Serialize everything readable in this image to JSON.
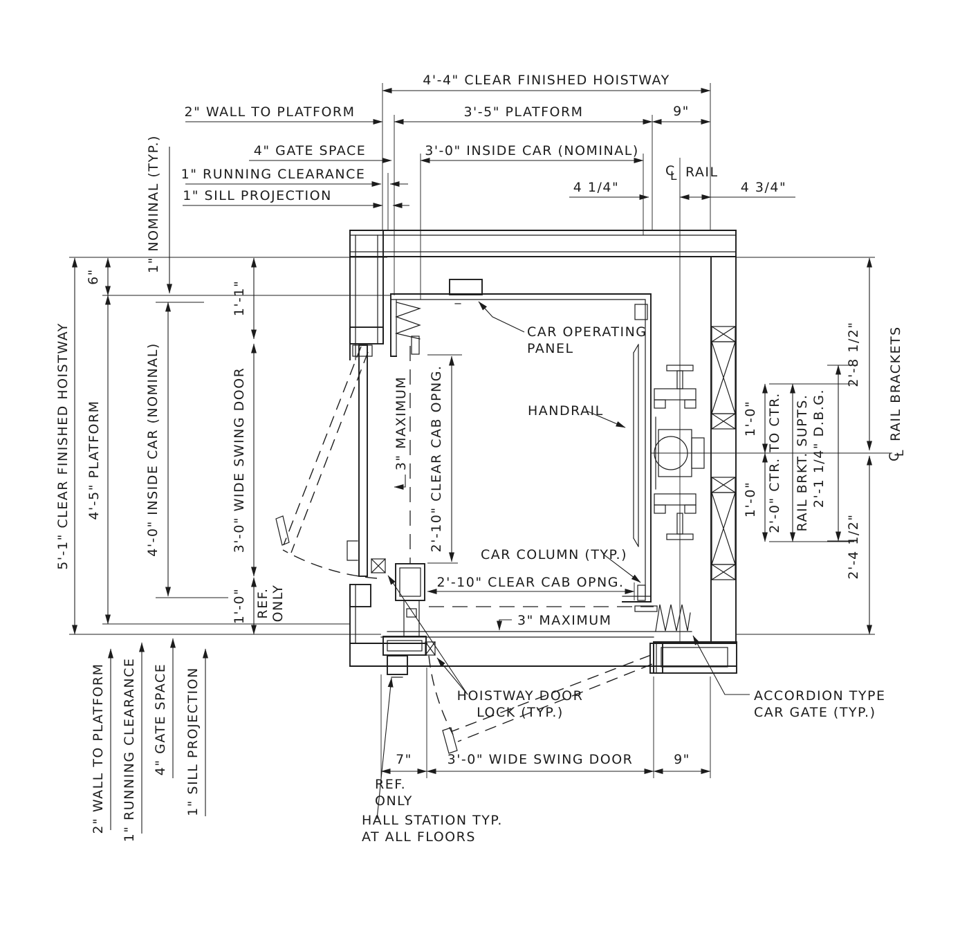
{
  "page": {
    "background": "#ffffff",
    "ink": "#1c1c1c"
  },
  "dims_top": {
    "clear_hoistway": "4'-4\" CLEAR FINISHED HOISTWAY",
    "wall_to_platform": "2\" WALL TO PLATFORM",
    "platform": "3'-5\" PLATFORM",
    "wall_offset": "9\"",
    "gate_space": "4\" GATE SPACE",
    "inside_car": "3'-0\" INSIDE CAR (NOMINAL)",
    "running_clearance": "1\" RUNNING CLEARANCE",
    "rail_offset_left": "4 1/4\"",
    "sill_projection": "1\" SILL PROJECTION",
    "rail_offset_right": "4 3/4\"",
    "cl_c": "C",
    "cl_l": "L",
    "cl_rail": "RAIL"
  },
  "dims_left": {
    "nominal": "1\" NOMINAL (TYP.)",
    "six": "6\"",
    "clear_hoistway": "5'-1\" CLEAR FINISHED HOISTWAY",
    "platform": "4'-5\" PLATFORM",
    "one_one": "1'-1\"",
    "inside_car": "4'-0\" INSIDE CAR (NOMINAL)",
    "swing_door": "3'-0\" WIDE SWING DOOR",
    "one_zero": "1'-0\"",
    "ref": "REF.",
    "only": "ONLY"
  },
  "dims_bottom_left": {
    "wall_to_platform": "2\" WALL TO PLATFORM",
    "running_clearance": "1\" RUNNING CLEARANCE",
    "gate_space": "4\" GATE SPACE",
    "sill_projection": "1\" SILL PROJECTION"
  },
  "dims_bottom": {
    "seven": "7\"",
    "ref": "REF.",
    "only": "ONLY",
    "swing_door": "3'-0\" WIDE SWING DOOR",
    "nine": "9\""
  },
  "dims_right": {
    "upper": "2'-8 1/2\"",
    "lower": "2'-4 1/2\"",
    "bracket_upper": "1'-0\"",
    "bracket_lower": "1'-0\"",
    "ctr_to_ctr": "2'-0\" CTR. TO CTR.",
    "brkt_supts": "RAIL BRKT. SUPTS.",
    "dbg": "2'-1 1/4\" D.B.G.",
    "cl_c": "C",
    "cl_l": "L",
    "cl_label": "RAIL BRACKETS"
  },
  "annotations": {
    "cop": [
      "CAR OPERATING",
      "PANEL"
    ],
    "handrail": "HANDRAIL",
    "max_left": "3\" MAXIMUM",
    "cab_opening_left": "2'-10\" CLEAR CAB OPNG.",
    "car_column": "CAR COLUMN (TYP.)",
    "cab_opening_bottom": "2'-10\" CLEAR CAB OPNG.",
    "max_bottom": "3\" MAXIMUM",
    "door_lock": [
      "HOISTWAY DOOR",
      "LOCK (TYP.)"
    ],
    "car_gate": [
      "ACCORDION TYPE",
      "CAR GATE (TYP.)"
    ],
    "hall_station": [
      "HALL STATION TYP.",
      "AT ALL FLOORS"
    ]
  }
}
